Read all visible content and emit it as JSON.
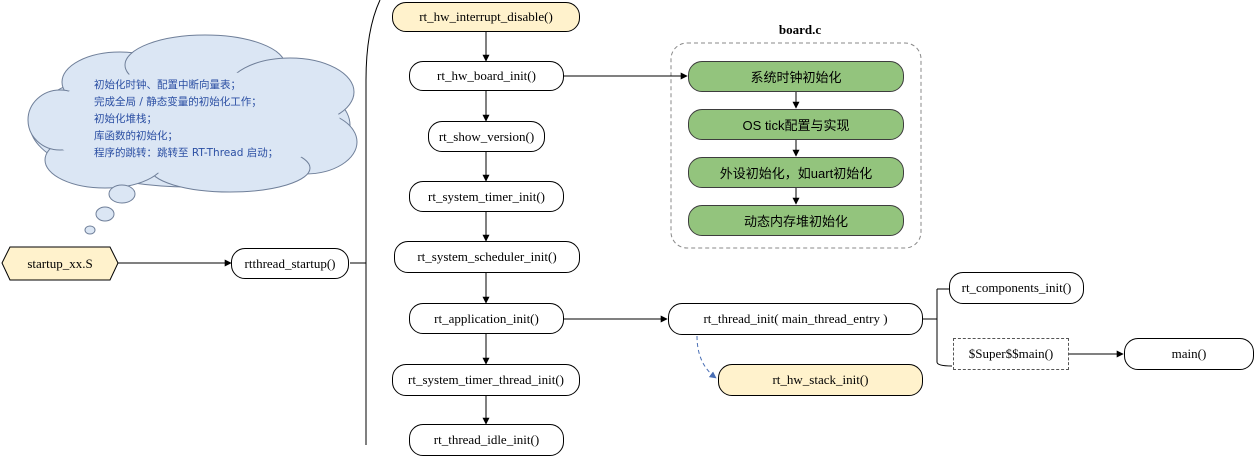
{
  "colors": {
    "yellow_fill": "#fff2cc",
    "green_fill": "#93c47d",
    "cloud_fill": "#dbe6f4",
    "cloud_text": "#2b4fa3",
    "connector": "#000000",
    "dashed_arrow": "#4a6fb5"
  },
  "startup_file": "startup_xx.S",
  "rtthread_startup": "rtthread_startup()",
  "cloud_notes": [
    "初始化时钟、配置中断向量表；",
    "完成全局 / 静态变量的初始化工作；",
    "初始化堆栈；",
    "库函数的初始化；",
    "程序的跳转：跳转至 RT-Thread 启动；"
  ],
  "main_flow": [
    "rt_hw_interrupt_disable()",
    "rt_hw_board_init()",
    "rt_show_version()",
    "rt_system_timer_init()",
    "rt_system_scheduler_init()",
    "rt_application_init()",
    "rt_system_timer_thread_init()",
    "rt_thread_idle_init()"
  ],
  "board": {
    "title": "board.c",
    "steps": [
      "系统时钟初始化",
      "OS tick配置与实现",
      "外设初始化，如uart初始化",
      "动态内存堆初始化"
    ]
  },
  "thread_init": "rt_thread_init( main_thread_entry )",
  "stack_init": "rt_hw_stack_init()",
  "components_init": "rt_components_init()",
  "super_main": "$Super$$main()",
  "main_func": "main()"
}
